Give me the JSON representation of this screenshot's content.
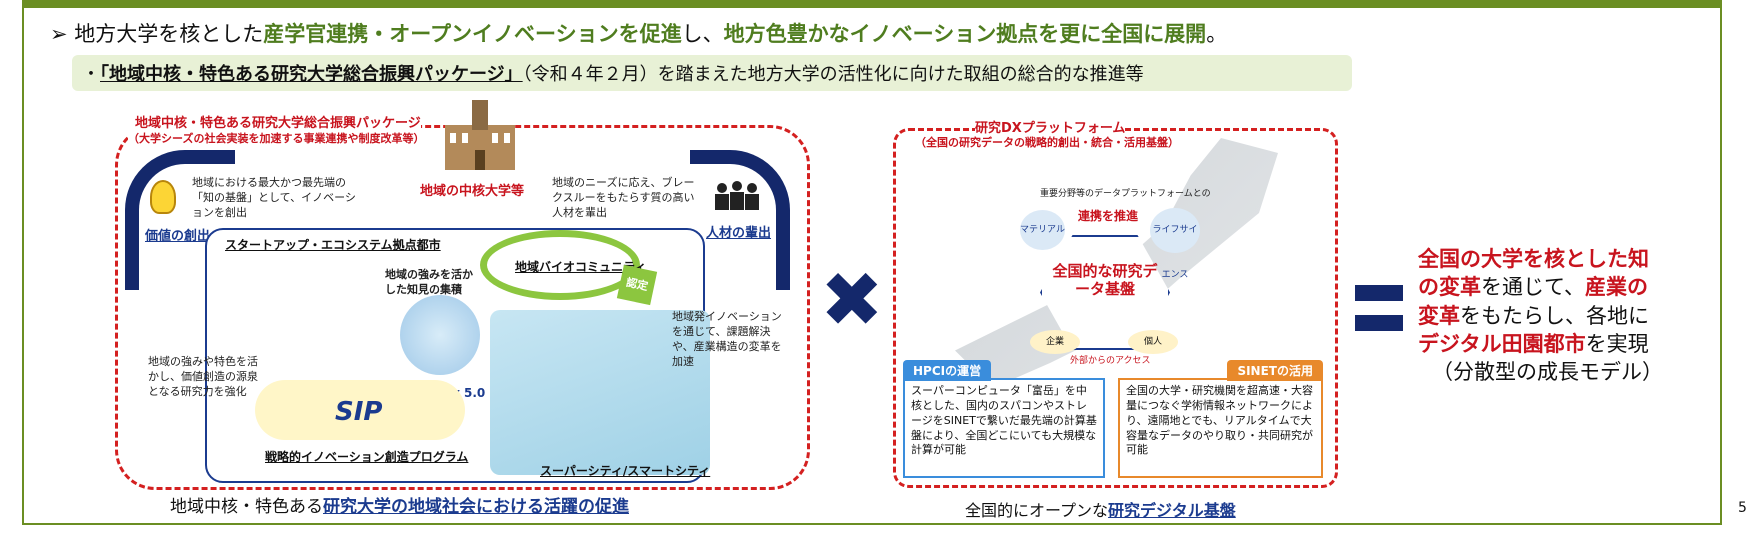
{
  "header": {
    "p1": "地方大学を核とした",
    "p2": "産学官連携・オープンイノベーションを促進",
    "p3": "し、",
    "p4": "地方色豊かなイノベーション拠点を更に全国に展開",
    "p5": "。"
  },
  "sub": {
    "bullet": "・",
    "link": "「地域中核・特色ある研究大学総合振興パッケージ」",
    "rest": "（令和４年２月）を踏まえた地方大学の活性化に向けた取組の総合的な推進等"
  },
  "left": {
    "title": "地域中核・特色ある研究大学総合振興パッケージ",
    "subtitle": "（大学シーズの社会実装を加速する事業連携や制度改革等）",
    "univ_label": "地域の中核大学等",
    "note_left": "地域における最大かつ最先端の「知の基盤」として、イノベーションを創出",
    "note_right": "地域のニーズに応え、ブレークスルーをもたらす質の高い人材を輩出",
    "value": "価値の創出",
    "talent": "人材の輩出",
    "startup": "スタートアップ・エコシステム拠点都市",
    "bio": "地域バイオコミュニティ",
    "strength": "地域の強みを活かした知見の集積",
    "auth": "認定",
    "society": "Society 5.0",
    "sip": "SIP",
    "sip_prog": "戦略的イノベーション創造プログラム",
    "supercity": "スーパーシティ/スマートシティ",
    "left_note": "地域の強みや特色を活かし、価値創造の源泉となる研究力を強化",
    "right_note": "地域発イノベーションを通じて、課題解決や、産業構造の変革を加速",
    "caption_plain": "地域中核・特色ある",
    "caption_bold": "研究大学の地域社会における活躍の促進"
  },
  "right": {
    "title": "研究DXプラットフォーム",
    "subtitle": "（全国の研究データの戦略的創出・統合・活用基盤）",
    "top_note": "重要分野等のデータプラットフォームとの",
    "linkage": "連携を推進",
    "hex": "全国的な研究データ基盤",
    "b1": "マテリアル",
    "b2": "ライフサイエンス",
    "company": "企業",
    "person": "個人",
    "access": "外部からのアクセス",
    "hpci_h": "HPCIの運営",
    "hpci_t": "スーパーコンピュータ「富岳」を中核とした、国内のスパコンやストレージをSINETで繋いだ最先端の計算基盤により、全国どこにいても大規模な計算が可能",
    "sinet_h": "SINETの活用",
    "sinet_t": "全国の大学・研究機関を超高速・大容量につなぐ学術情報ネットワークにより、遠隔地とでも、リアルタイムで大容量なデータのやり取り・共同研究が可能",
    "caption_plain": "全国的にオープンな",
    "caption_bold": "研究デジタル基盤"
  },
  "operators": {
    "times": "✖"
  },
  "conclusion": {
    "l1": "全国の大学を核とした知",
    "l2a": "の変革",
    "l2b": "を通じて、",
    "l2c": "産業の",
    "l3a": "変革",
    "l3b": "をもたらし、各地に",
    "l4a": "デジタル田園都市",
    "l4b": "を実現",
    "l5": "（分散型の成長モデル）"
  },
  "page": {
    "number": "5"
  }
}
